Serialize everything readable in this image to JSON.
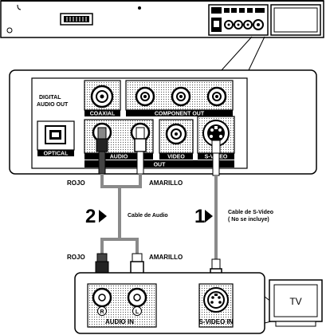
{
  "panel_labels": {
    "digital_audio_out_line1": "DIGITAL",
    "digital_audio_out_line2": "AUDIO OUT",
    "coaxial": "COAXIAL",
    "component_out": "COMPONENT OUT",
    "optical": "OPTICAL",
    "audio": "AUDIO",
    "video": "VIDEO",
    "svideo_port": "S-VIDEO",
    "out": "OUT"
  },
  "cable_labels": {
    "rojo_top": "ROJO",
    "amarillo_top": "AMARILLO",
    "rojo_bottom": "ROJO",
    "amarillo_bottom": "AMARILLO"
  },
  "steps": [
    {
      "number": "2",
      "caption": "Cable de Audio"
    },
    {
      "number": "1",
      "caption_line1": "Cable de S-Video",
      "caption_line2": "( No se incluye)"
    }
  ],
  "tv_input_labels": {
    "r": "R",
    "l": "L",
    "audio_in": "AUDIO IN",
    "svideo_in": "S-VIDEO IN"
  },
  "tv": {
    "label": "TV"
  },
  "colors": {
    "line": "#000000",
    "panel_fill": "#ffffff",
    "label_bar": "#000000",
    "cable_gray": "#8a8a8a"
  }
}
